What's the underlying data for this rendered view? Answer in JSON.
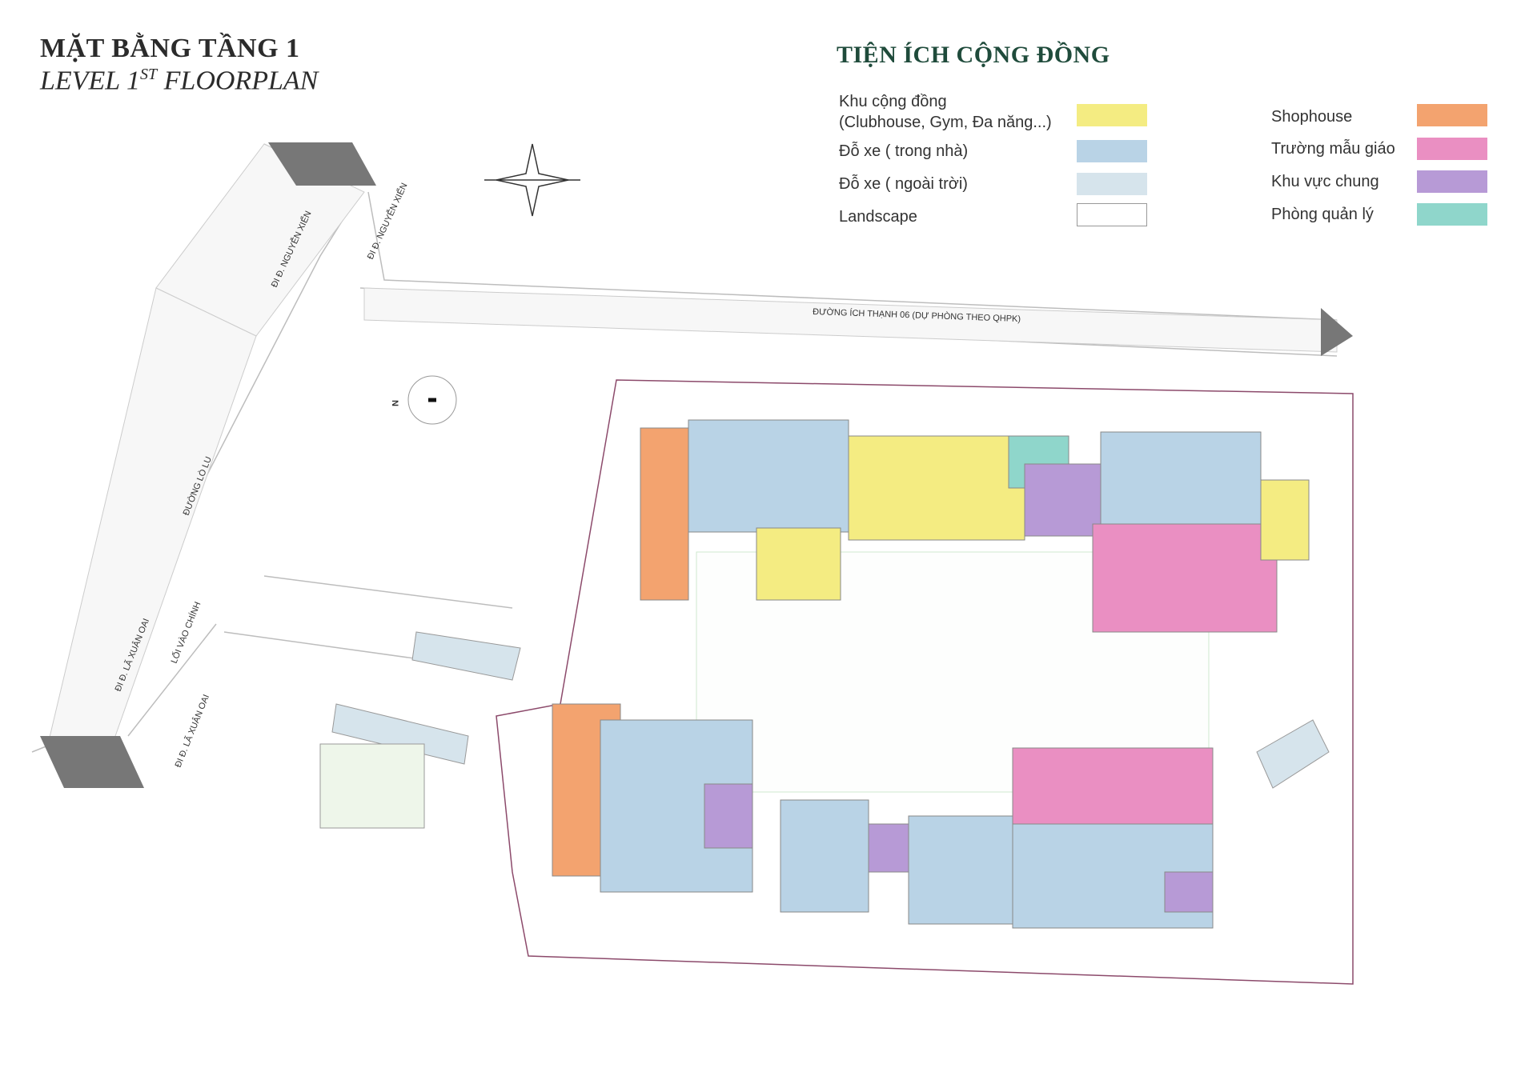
{
  "title": {
    "main": "MẶT BẰNG TẦNG 1",
    "sub_prefix": "LEVEL 1",
    "sub_sup": "ST",
    "sub_suffix": " FLOORPLAN"
  },
  "legend": {
    "title": "TIỆN ÍCH CỘNG ĐỒNG",
    "items": [
      {
        "label_line1": "Khu cộng đồng",
        "label_line2": "(Clubhouse, Gym, Đa năng...)",
        "color": "#f4ec82"
      },
      {
        "label_line1": "Đỗ xe ( trong nhà)",
        "color": "#b9d3e6"
      },
      {
        "label_line1": "Đỗ xe ( ngoài trời)",
        "color": "#d6e4ec"
      },
      {
        "label_line1": "Landscape",
        "color": "#ffffff"
      },
      {
        "label_line1": "Shophouse",
        "color": "#f3a36f"
      },
      {
        "label_line1": "Trường mẫu giáo",
        "color": "#ea8fc2"
      },
      {
        "label_line1": "Khu vực chung",
        "color": "#b79ad6"
      },
      {
        "label_line1": "Phòng quản lý",
        "color": "#8fd6cb"
      }
    ]
  },
  "map": {
    "roads": {
      "nguyen_xien_1": "ĐI Đ. NGUYỄN XIỂN",
      "nguyen_xien_2": "ĐI Đ. NGUYỄN XIỂN",
      "ich_thanh": "ĐƯỜNG ÍCH THẠNH 06 (DỰ PHÒNG THEO QHPK)",
      "lo_lu": "ĐƯỜNG LÒ LU",
      "la_xuan_oai_1": "ĐI Đ. LÃ XUÂN OAI",
      "la_xuan_oai_2": "ĐI Đ. LÃ XUÂN OAI",
      "loi_vao": "LỐI VÀO CHÍNH"
    },
    "north": "N"
  }
}
